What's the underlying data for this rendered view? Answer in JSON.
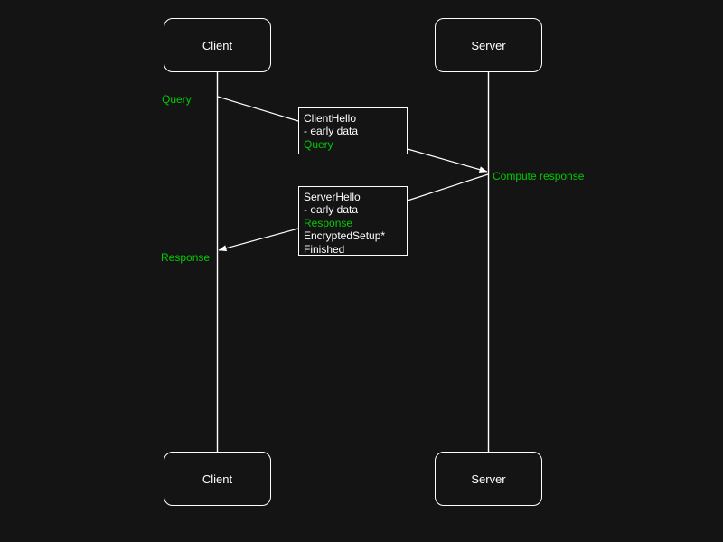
{
  "diagram": {
    "title": "TLS 1.3 early data sequence diagram",
    "background_color": "#141414",
    "line_color": "#ffffff",
    "accent_color": "#00cc00"
  },
  "actors": {
    "client": {
      "top_label": "Client",
      "bottom_label": "Client"
    },
    "server": {
      "top_label": "Server",
      "bottom_label": "Server"
    }
  },
  "notes": {
    "query": "Query",
    "compute_response": "Compute response",
    "response": "Response"
  },
  "messages": [
    {
      "id": "client-hello",
      "direction": "client-to-server",
      "lines": [
        {
          "text": "ClientHello",
          "color": "white"
        },
        {
          "text": "- early data",
          "color": "white"
        },
        {
          "text": "Query",
          "color": "green"
        }
      ]
    },
    {
      "id": "server-hello",
      "direction": "server-to-client",
      "lines": [
        {
          "text": "ServerHello",
          "color": "white"
        },
        {
          "text": "- early data",
          "color": "white"
        },
        {
          "text": "Response",
          "color": "green"
        },
        {
          "text": "EncryptedSetup*",
          "color": "white"
        },
        {
          "text": "Finished",
          "color": "white"
        }
      ]
    }
  ]
}
